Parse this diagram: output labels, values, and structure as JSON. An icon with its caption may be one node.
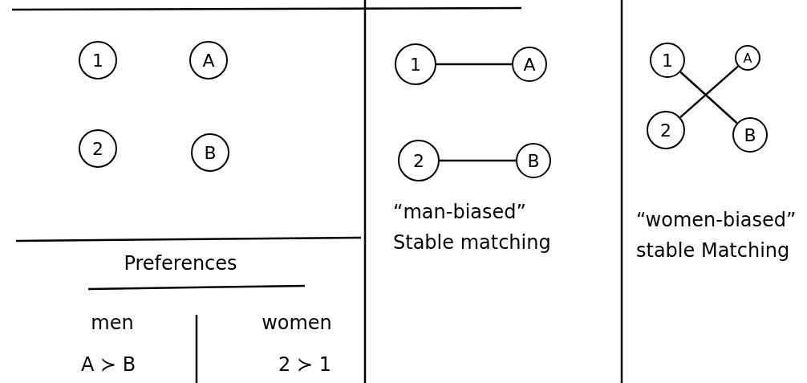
{
  "diagram": {
    "nodes": [
      {
        "text": [
          "1"
        ]
      },
      {
        "text": [
          "A"
        ]
      },
      {
        "text": [
          "2"
        ]
      },
      {
        "text": [
          "B"
        ]
      },
      {
        "text": [
          "1"
        ]
      },
      {
        "text": [
          "A"
        ]
      },
      {
        "text": [
          "2"
        ]
      },
      {
        "text": [
          "B"
        ]
      },
      {
        "text": [
          "1"
        ]
      },
      {
        "text": [
          "A"
        ]
      },
      {
        "text": [
          "2"
        ]
      },
      {
        "text": [
          "B"
        ]
      }
    ],
    "edges": [
      {
        "from": 4,
        "to": 5,
        "arrow": "none"
      },
      {
        "from": 6,
        "to": 7,
        "arrow": "none"
      },
      {
        "from": 8,
        "to": 11,
        "arrow": "none"
      },
      {
        "from": 10,
        "to": 9,
        "arrow": "none"
      }
    ],
    "labels": [
      "Preferences",
      "men",
      "women",
      "A ≻ B",
      "2 ≻ 1",
      "“man-biased” Stable matching",
      "“women-biased” stable Matching"
    ]
  }
}
